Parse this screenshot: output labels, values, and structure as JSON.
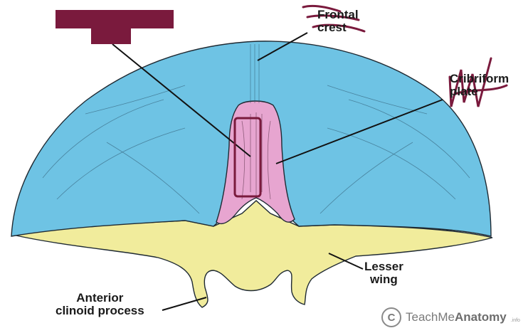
{
  "labels": {
    "frontal_crest_line1": "Frontal",
    "frontal_crest_line2": "crest",
    "cribriform_line1": "Cribriform",
    "cribriform_line2": "plate",
    "lesser_wing_line1": "Lesser",
    "lesser_wing_line2": "wing",
    "anterior_clinoid_line1": "Anterior",
    "anterior_clinoid_line2": "clinoid process"
  },
  "brand": {
    "symbol": "C",
    "name_part1": "TeachMe",
    "name_part2": "Anatomy",
    "suffix": ".info"
  },
  "colors": {
    "frontal_bone": "#6ec3e4",
    "ethmoid": "#e7a5d0",
    "sphenoid": "#f1ec9c",
    "redaction": "#7a1a3d",
    "outline": "#1f2a33"
  }
}
